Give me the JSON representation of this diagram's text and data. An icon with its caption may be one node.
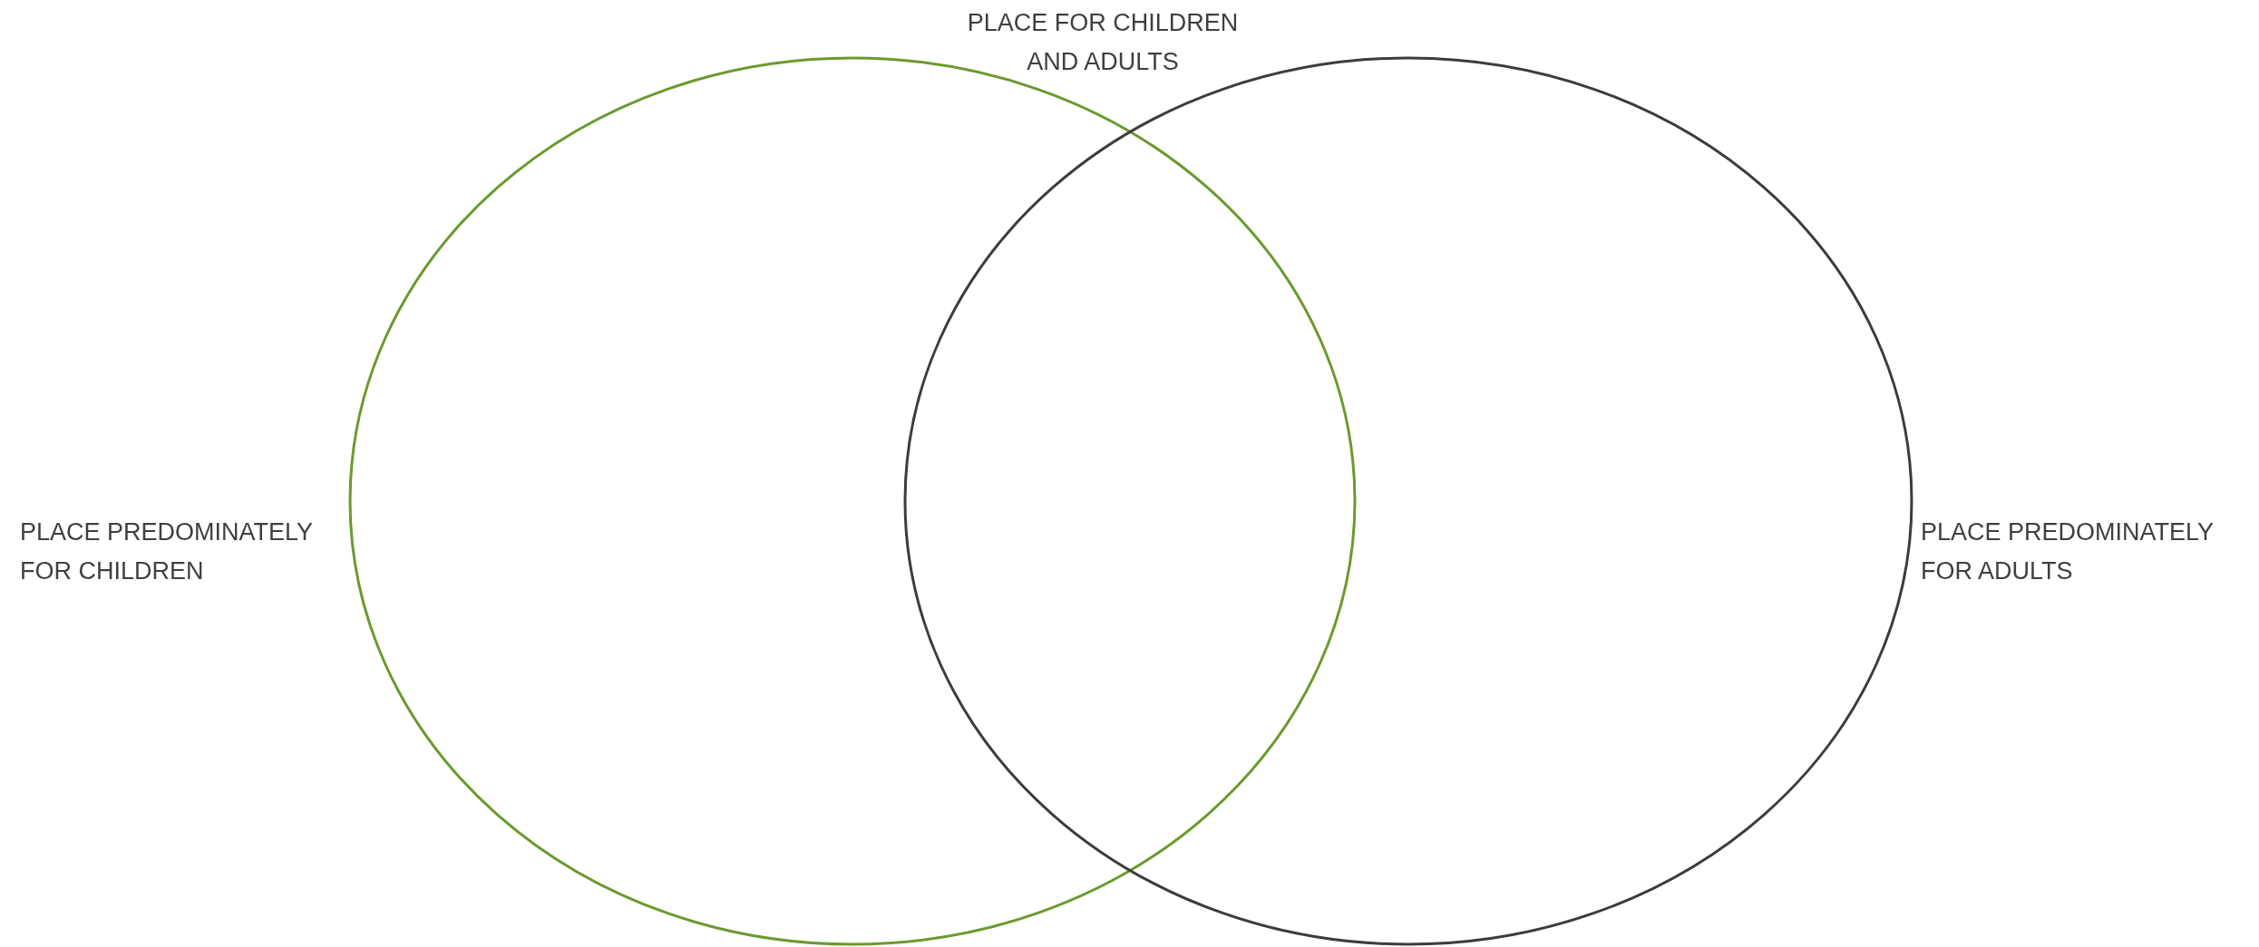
{
  "diagram": {
    "nodes": [
      {
        "text": [
          "PLACE PREDOMINATELY FOR CHILDREN"
        ]
      },
      {
        "text": [
          "PLACE PREDOMINATELY FOR ADULTS"
        ]
      }
    ],
    "labels": [
      "PLACE FOR CHILDREN AND ADULTS"
    ]
  }
}
